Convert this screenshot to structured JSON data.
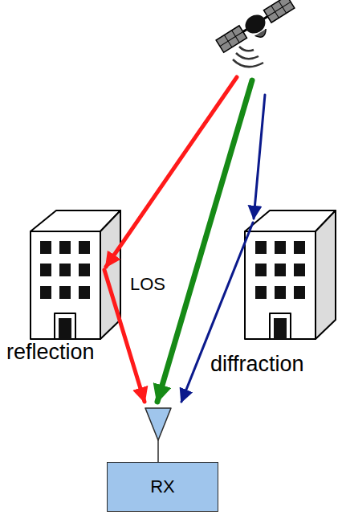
{
  "diagram": {
    "nodes": [
      {
        "text": [
          "RX"
        ]
      }
    ],
    "labels": [
      "LOS",
      "reflection",
      "diffraction"
    ]
  }
}
